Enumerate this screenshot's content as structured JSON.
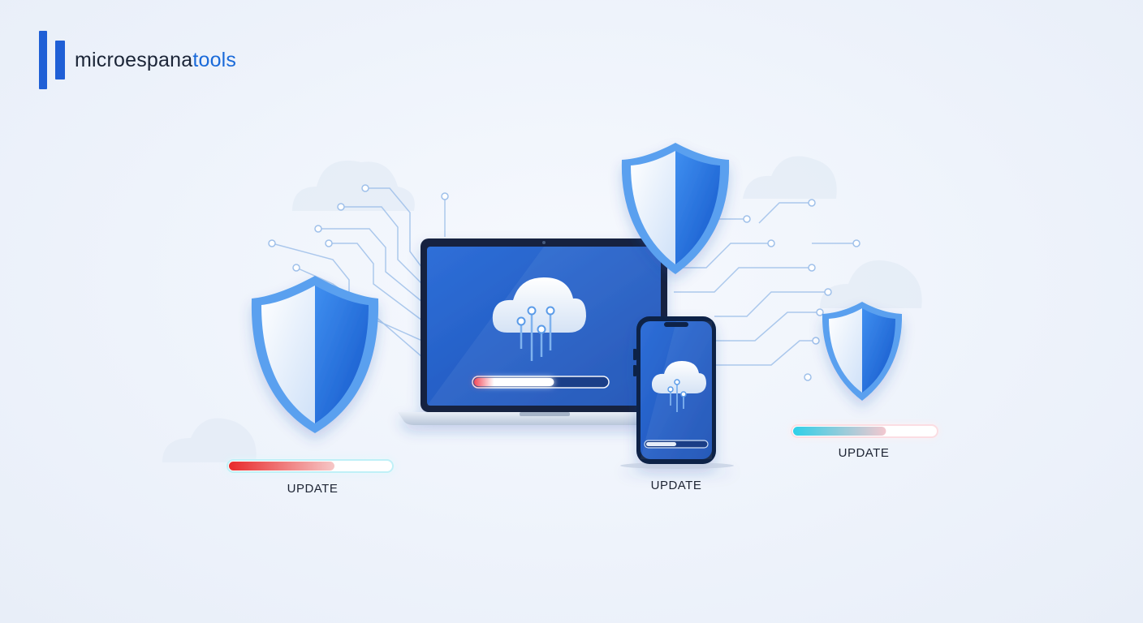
{
  "brand": {
    "name_main": "microespana",
    "name_accent": "tools",
    "colors": {
      "primary": "#1f5fd6",
      "text": "#1b2537",
      "accent": "#1a6ad9"
    }
  },
  "icons": [
    "logo-bars-icon",
    "shield-icon",
    "cloud-circuit-icon",
    "laptop-icon",
    "smartphone-icon",
    "circuit-lines-icon"
  ],
  "updates": [
    {
      "label": "UPDATE",
      "progress": 0.65
    },
    {
      "label": "UPDATE",
      "progress": 0.5
    },
    {
      "label": "UPDATE",
      "progress": 0.65
    }
  ],
  "laptop_progress": 0.6
}
